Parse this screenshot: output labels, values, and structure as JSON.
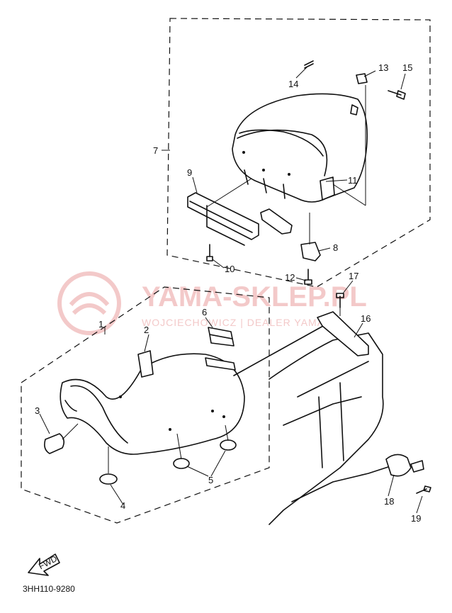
{
  "watermark": {
    "brand": "YAMA-SKLEP.PL",
    "subtitle": "WOJCIECHOWICZ | DEALER YAMAHA",
    "color": "#f3c9c9"
  },
  "callouts": [
    {
      "id": "c1",
      "text": "1"
    },
    {
      "id": "c2",
      "text": "2"
    },
    {
      "id": "c3",
      "text": "3"
    },
    {
      "id": "c4",
      "text": "4"
    },
    {
      "id": "c5",
      "text": "5"
    },
    {
      "id": "c6",
      "text": "6"
    },
    {
      "id": "c7",
      "text": "7"
    },
    {
      "id": "c8",
      "text": "8"
    },
    {
      "id": "c9",
      "text": "9"
    },
    {
      "id": "c10",
      "text": "10"
    },
    {
      "id": "c11",
      "text": "11"
    },
    {
      "id": "c12",
      "text": "12"
    },
    {
      "id": "c13",
      "text": "13"
    },
    {
      "id": "c14",
      "text": "14"
    },
    {
      "id": "c15",
      "text": "15"
    },
    {
      "id": "c16",
      "text": "16"
    },
    {
      "id": "c17",
      "text": "17"
    },
    {
      "id": "c18",
      "text": "18"
    },
    {
      "id": "c19",
      "text": "19"
    }
  ],
  "fwd_label": "FWD",
  "diagram_code": "3HH110-9280"
}
